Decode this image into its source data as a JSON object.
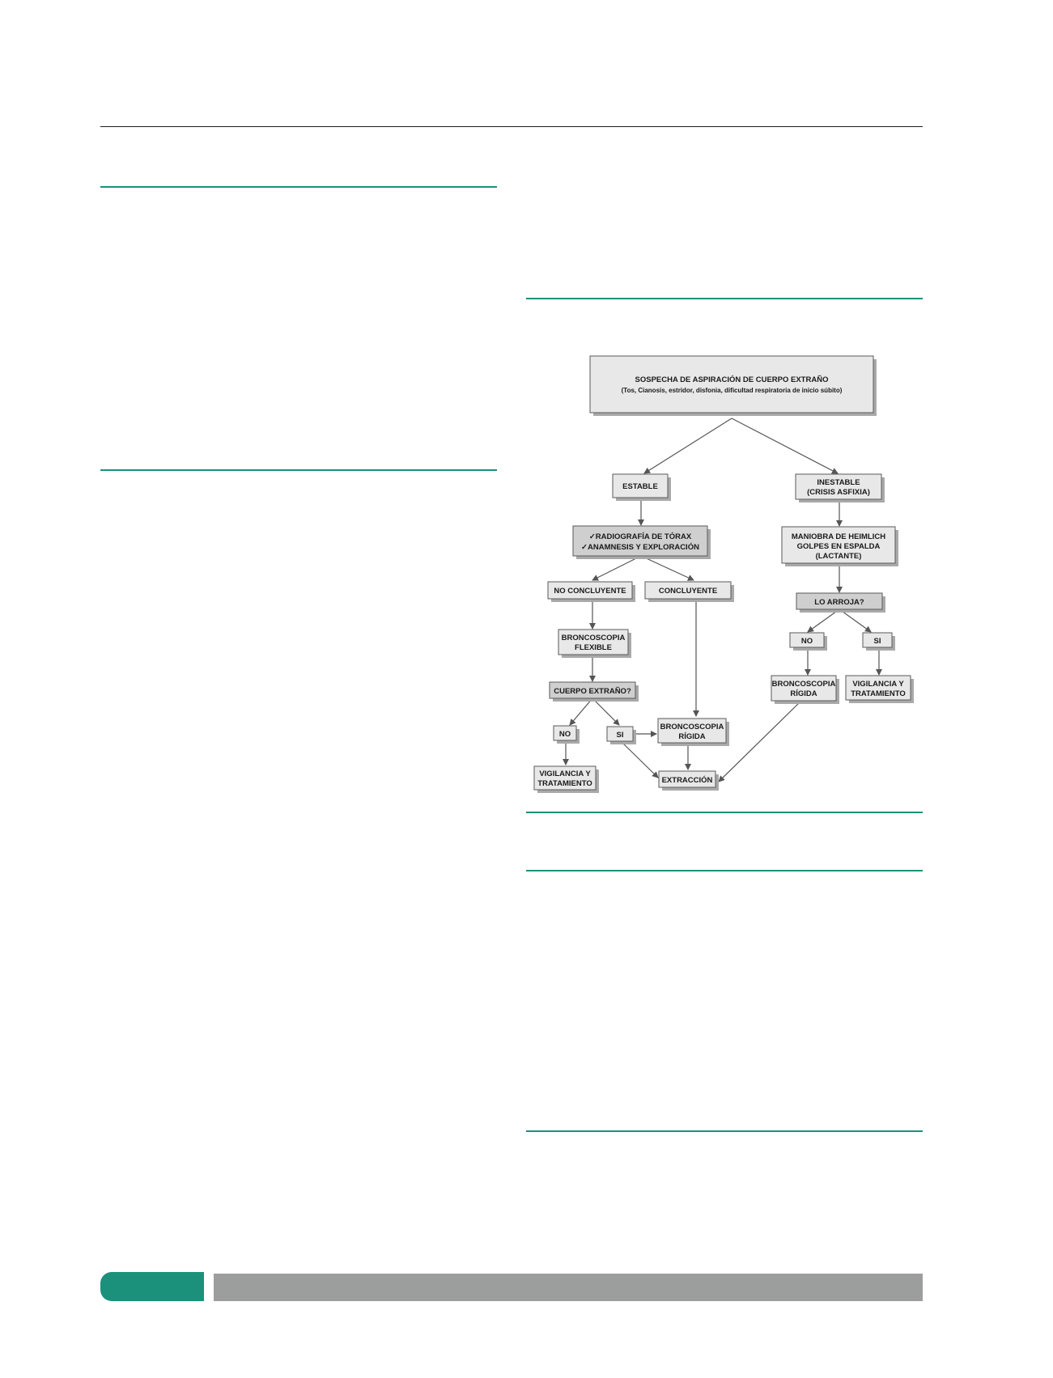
{
  "flowchart": {
    "start": {
      "title": "SOSPECHA DE ASPIRACIÓN DE CUERPO EXTRAÑO",
      "subtitle": "(Tos, Cianosis, estridor, disfonia, dificultad respiratoria de inicio súbito)"
    },
    "estable": "ESTABLE",
    "inestable": [
      "INESTABLE",
      "(CRISIS ASFIXIA)"
    ],
    "radiografia": [
      "✓RADIOGRAFÍA DE TÓRAX",
      "✓ANAMNESIS Y EXPLORACIÓN"
    ],
    "maniobra": [
      "MANIOBRA DE HEIMLICH",
      "GOLPES EN ESPALDA",
      "(LACTANTE)"
    ],
    "no_concluyente": "NO CONCLUYENTE",
    "concluyente": "CONCLUYENTE",
    "lo_arroja": "LO ARROJA?",
    "broncoscopia_flexible": [
      "BRONCOSCOPIA",
      "FLEXIBLE"
    ],
    "no_right": "NO",
    "si_right": "SI",
    "broncoscopia_rigida_right": [
      "BRONCOSCOPIA",
      "RÍGIDA"
    ],
    "vigilancia_right": [
      "VIGILANCIA Y",
      "TRATAMIENTO"
    ],
    "cuerpo_extrano": "CUERPO EXTRAÑO?",
    "no_left": "NO",
    "si_left": "SI",
    "broncoscopia_rigida_center": [
      "BRONCOSCOPIA",
      "RÍGIDA"
    ],
    "vigilancia_left": [
      "VIGILANCIA Y",
      "TRATAMIENTO"
    ],
    "extraccion": "EXTRACCIÓN"
  },
  "colors": {
    "accent_green": "#1b917c",
    "footer_gray": "#9c9e9e",
    "box_fill": "#e8e8e8",
    "box_dark_fill": "#cfcfcf"
  }
}
